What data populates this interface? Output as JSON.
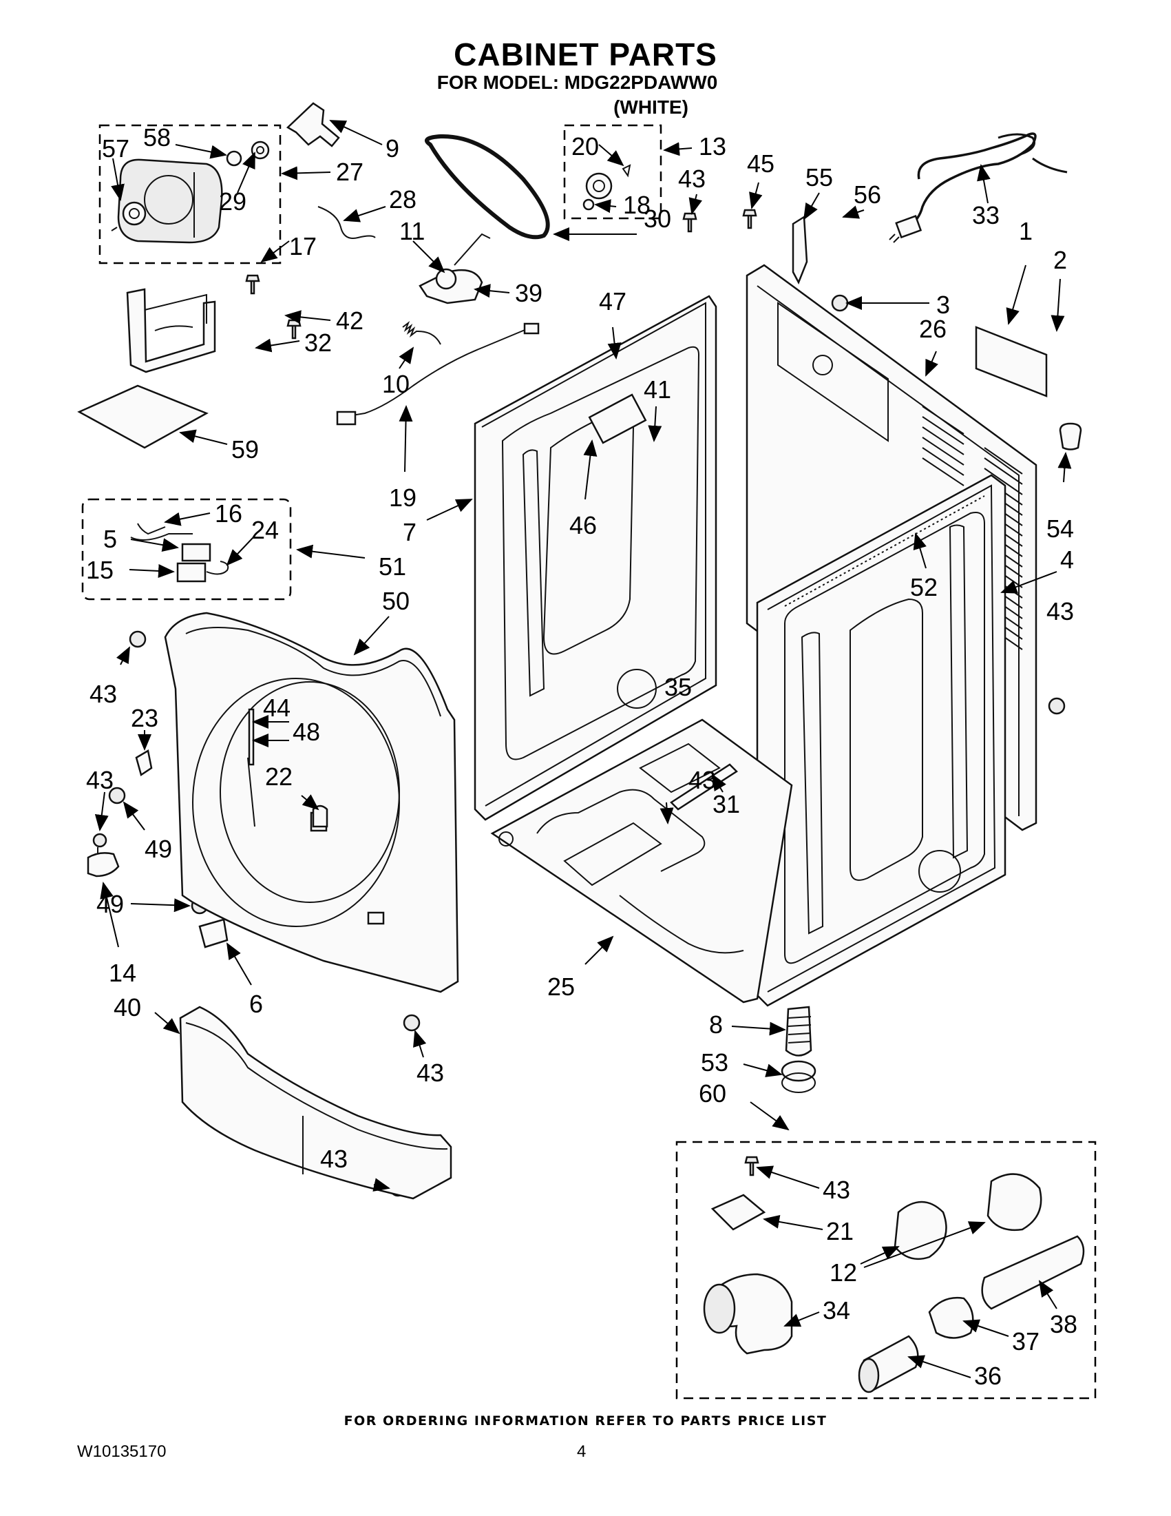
{
  "title": "CABINET PARTS",
  "subtitle": "FOR MODEL: MDG22PDAWW0",
  "subtitle2": "(WHITE)",
  "callouts": [
    "57",
    "58",
    "29",
    "27",
    "9",
    "28",
    "17",
    "42",
    "32",
    "59",
    "11",
    "39",
    "10",
    "19",
    "20",
    "13",
    "18",
    "30",
    "43",
    "45",
    "55",
    "56",
    "33",
    "1",
    "2",
    "3",
    "26",
    "47",
    "41",
    "46",
    "7",
    "54",
    "4",
    "52",
    "16",
    "5",
    "24",
    "15",
    "51",
    "50",
    "43",
    "23",
    "44",
    "48",
    "22",
    "43",
    "49",
    "14",
    "49",
    "6",
    "40",
    "43",
    "35",
    "31",
    "25",
    "43",
    "8",
    "53",
    "60",
    "43",
    "21",
    "12",
    "34",
    "38",
    "37",
    "36",
    "43",
    "43"
  ],
  "footer_note": "FOR ORDERING INFORMATION REFER TO PARTS PRICE LIST",
  "doc_number": "W10135170",
  "page_number": "4"
}
